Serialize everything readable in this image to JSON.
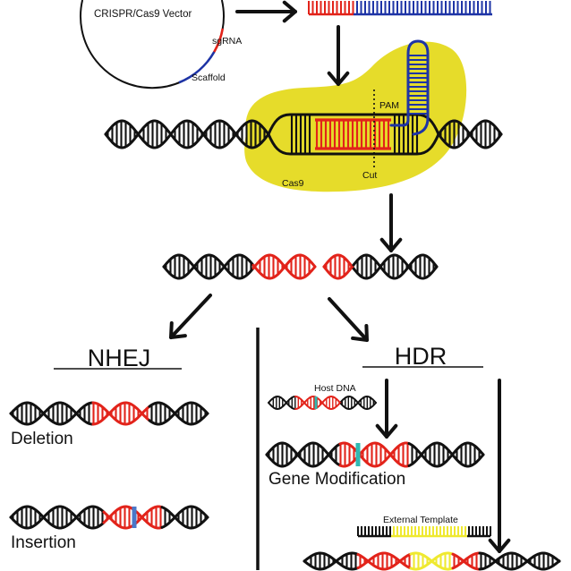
{
  "vector": {
    "label": "CRISPR/Cas9 Vector",
    "sgrna_label": "sgRNA",
    "scaffold_label": "Scaffold"
  },
  "cas9": {
    "label": "Cas9",
    "pam_label": "PAM",
    "cut_label": "Cut"
  },
  "nhej": {
    "title": "NHEJ",
    "deletion_label": "Deletion",
    "insertion_label": "Insertion"
  },
  "hdr": {
    "title": "HDR",
    "host_dna_label": "Host DNA",
    "gene_modification_label": "Gene Modification",
    "external_template_label": "External Template"
  },
  "colors": {
    "ink": "#111111",
    "sgrna": "#e2231a",
    "scaffold": "#1e34a6",
    "cas9": "#e6dc2a",
    "target": "#e2231a",
    "edit_marker": "#2fb9b2",
    "insert_marker": "#4a78c9",
    "template": "#efe930",
    "pam": "#8a8a8a"
  }
}
